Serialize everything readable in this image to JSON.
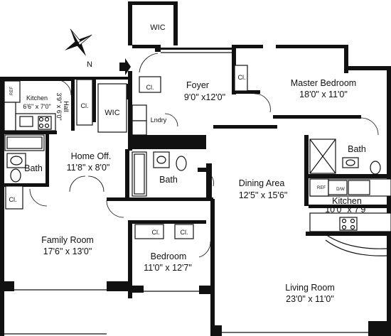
{
  "compass": {
    "north_label": "N"
  },
  "rooms": {
    "wic_top": {
      "name": "WIC"
    },
    "foyer": {
      "name": "Foyer",
      "size": "9'0\" x12'0\""
    },
    "master_bedroom": {
      "name": "Master Bedroom",
      "size": "18'0\" x 11'0\""
    },
    "kitchen_small": {
      "name": "Kitchen",
      "size": "6'6\" x 7'0\""
    },
    "hall": {
      "name": "Hall",
      "size": "3'9\" x 6'0\""
    },
    "wic_mid": {
      "name": "WIC"
    },
    "laundry": {
      "name": "Lndry"
    },
    "home_office": {
      "name": "Home Off.",
      "size": "11'8\" x 8'0\""
    },
    "bath_left": {
      "name": "Bath"
    },
    "bath_center": {
      "name": "Bath"
    },
    "bath_master": {
      "name": "Bath"
    },
    "dining_area": {
      "name": "Dining Area",
      "size": "12'5\" x 15'6\""
    },
    "kitchen_main": {
      "name": "Kitchen",
      "size": "10'0\" x 7'9\""
    },
    "family_room": {
      "name": "Family Room",
      "size": "17'6\" x 13'0\""
    },
    "bedroom": {
      "name": "Bedroom",
      "size": "11'0\" x 12'7\""
    },
    "living_room": {
      "name": "Living Room",
      "size": "23'0\" x 11'0\""
    }
  },
  "closets": {
    "foyer": "Cl.",
    "master": "Cl.",
    "hall": "Cl.",
    "family": "Cl.",
    "bedroom_1": "Cl.",
    "bedroom_2": "Cl."
  },
  "fixtures": {
    "ref_small": "REF",
    "ref_main": "REF",
    "dishwasher": "D/W"
  }
}
